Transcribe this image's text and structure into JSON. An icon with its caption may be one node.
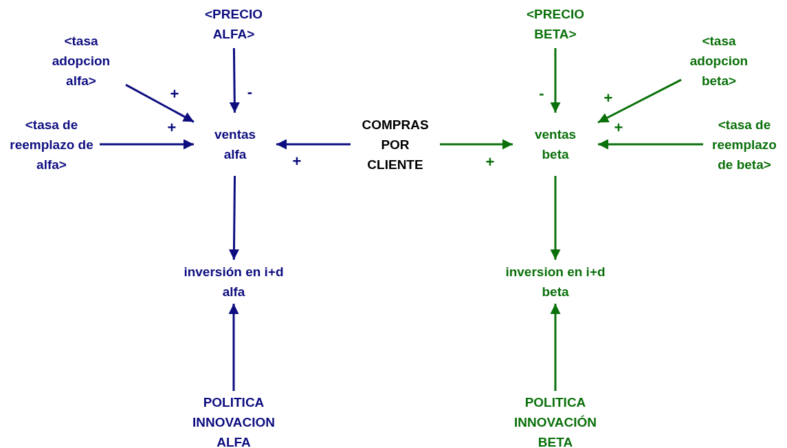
{
  "diagram": {
    "nodes": [
      {
        "text": [
          "<PRECIO ALFA>"
        ]
      },
      {
        "text": [
          "<tasa adopcion alfa>"
        ]
      },
      {
        "text": [
          "<tasa de reemplazo de alfa>"
        ]
      },
      {
        "text": [
          "ventas alfa"
        ]
      },
      {
        "text": [
          "COMPRAS POR CLIENTE"
        ]
      },
      {
        "text": [
          "inversión en i+d alfa"
        ]
      },
      {
        "text": [
          "POLITICA INNOVACION ALFA"
        ]
      },
      {
        "text": [
          "<PRECIO BETA>"
        ]
      },
      {
        "text": [
          "<tasa adopcion beta>"
        ]
      },
      {
        "text": [
          "ventas beta"
        ]
      },
      {
        "text": [
          "<tasa de reemplazo de beta>"
        ]
      },
      {
        "text": [
          "inversion en i+d beta"
        ]
      },
      {
        "text": [
          "POLITICA INNOVACIÓN BETA"
        ]
      }
    ],
    "edges": [
      {
        "from": 0,
        "to": 3,
        "arrow": "to",
        "label": "-",
        "color": "#0d0d80"
      },
      {
        "from": 1,
        "to": 3,
        "arrow": "to",
        "label": "+",
        "color": "#0d0d80"
      },
      {
        "from": 2,
        "to": 3,
        "arrow": "to",
        "label": "+",
        "color": "#0d0d80"
      },
      {
        "from": 4,
        "to": 3,
        "arrow": "to",
        "label": "+",
        "color": "#0d0d80"
      },
      {
        "from": 3,
        "to": 5,
        "arrow": "to",
        "color": "#0d0d80"
      },
      {
        "from": 6,
        "to": 5,
        "arrow": "to",
        "color": "#0d0d80"
      },
      {
        "from": 7,
        "to": 9,
        "arrow": "to",
        "label": "-",
        "color": "#0a700a"
      },
      {
        "from": 8,
        "to": 9,
        "arrow": "to",
        "label": "+",
        "color": "#0a700a"
      },
      {
        "from": 10,
        "to": 9,
        "arrow": "to",
        "label": "+",
        "color": "#0a700a"
      },
      {
        "from": 4,
        "to": 9,
        "arrow": "to",
        "label": "+",
        "color": "#0a700a"
      },
      {
        "from": 9,
        "to": 11,
        "arrow": "to",
        "color": "#0a700a"
      },
      {
        "from": 12,
        "to": 11,
        "arrow": "to",
        "color": "#0a700a"
      }
    ]
  }
}
